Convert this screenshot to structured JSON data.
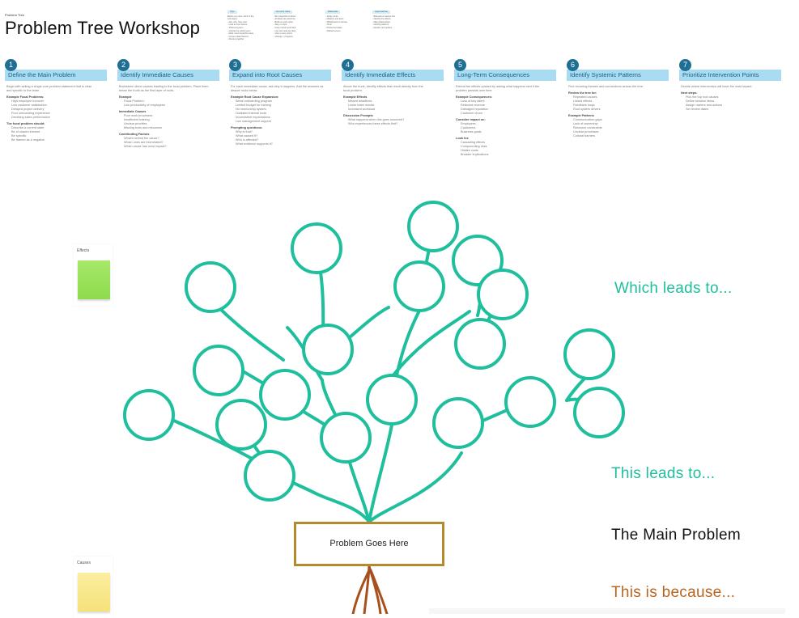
{
  "board_label": "Problem Tree",
  "title": "Problem Tree Workshop",
  "reference_cards": [
    {
      "title": "Tips",
      "lines": [
        "Before you start, think of the",
        "sub-topics:",
        "- Ask: why, how, who",
        "- Look at root causes",
        "- Think long-term",
        "- Include the whole team",
        "- Mark most impactful areas",
        "- Group related factors",
        "- Review together"
      ]
    },
    {
      "title": "Ground rules",
      "lines": [
        "- Be respectful of others",
        "- All ideas are welcome",
        "- Build on each other",
        "- Stay on topic",
        "- Keep it short and clear",
        "- Use one note per idea",
        "- Vote on key points",
        "- Change = progress"
      ]
    },
    {
      "title": "Materials",
      "lines": [
        "- Sticky notes",
        "- Markers and pens",
        "- Whiteboard or canvas",
        "- Timer",
        "- Printed template",
        "- Shared screen"
      ]
    },
    {
      "title": "Approaches",
      "lines": [
        "- Brainstorm causes first",
        "- Identify the effects",
        "- Map relationships",
        "- Identify patterns",
        "- Decide next actions"
      ]
    }
  ],
  "steps": [
    {
      "num": "1",
      "title": "Define the Main Problem",
      "body": [
        "Begin with writing a single core problem statement that is clear",
        "and specific to the team."
      ],
      "sections": [
        {
          "heading": "Example Focal Problems:",
          "items": [
            "High employee turnover",
            "Low customer satisfaction",
            "Delayed project delivery",
            "Poor onboarding experience",
            "Declining sales performance"
          ]
        },
        {
          "heading": "The focal problem should:",
          "items": [
            "Describe a current state",
            "Be of shared interest",
            "Be specific",
            "Be framed as a negative"
          ]
        }
      ]
    },
    {
      "num": "2",
      "title": "Identify Immediate Causes",
      "body": [
        "Brainstorm direct causes leading to the focal problem. Place them",
        "below the trunk as the first layer of roots."
      ],
      "sections": [
        {
          "heading": "Example",
          "items": [
            "Focal Problem:",
            "Low productivity of employees"
          ]
        },
        {
          "heading": "Immediate Causes",
          "items": [
            "Poor work processes",
            "Insufficient training",
            "Unclear priorities",
            "Missing tools and resources"
          ]
        },
        {
          "heading": "Contributing Factors",
          "items": [
            "What's behind the cause?",
            "Which ones are interrelated?",
            "Which cause has most impact?"
          ]
        }
      ]
    },
    {
      "num": "3",
      "title": "Expand into Root Causes",
      "body": [
        "For each immediate cause, ask why it happens. Add the answers as",
        "deeper roots below."
      ],
      "sections": [
        {
          "heading": "Example Root Cause Expansion:",
          "items": [
            "Weak onboarding program",
            "Limited budget for training",
            "No mentorship system",
            "Outdated internal tools",
            "Inconsistent expectations",
            "Low management support"
          ]
        },
        {
          "heading": "Prompting questions:",
          "items": [
            "Why is that?",
            "What caused it?",
            "Who is affected?",
            "What evidence supports it?"
          ]
        }
      ]
    },
    {
      "num": "4",
      "title": "Identify Immediate Effects",
      "body": [
        "Above the trunk, identify effects that result directly from the",
        "focal problem."
      ],
      "sections": [
        {
          "heading": "Example Effects",
          "items": [
            "Missed deadlines",
            "Lower team morale",
            "Increased workload"
          ]
        },
        {
          "heading": "Discussion Prompts",
          "items": [
            "What happens when this goes unsolved?",
            "Who experiences these effects first?"
          ]
        }
      ]
    },
    {
      "num": "5",
      "title": "Long-Term Consequences",
      "body": [
        "Extend the effects upward by asking what happens next if the",
        "problem persists over time."
      ],
      "sections": [
        {
          "heading": "Example Consequences:",
          "items": [
            "Loss of key talent",
            "Reduced revenue",
            "Damaged reputation",
            "Customer churn"
          ]
        },
        {
          "heading": "Consider impact on:",
          "items": [
            "Employees",
            "Customers",
            "Business goals"
          ]
        },
        {
          "heading": "Look for:",
          "items": [
            "Cascading effects",
            "Compounding risks",
            "Hidden costs",
            "Broader implications"
          ]
        }
      ]
    },
    {
      "num": "6",
      "title": "Identify Systemic Patterns",
      "body": [
        "Find recurring themes and connections across the tree."
      ],
      "sections": [
        {
          "heading": "Review the tree for:",
          "items": [
            "Repeated causes",
            "Linked effects",
            "Feedback loops",
            "Root system drivers"
          ]
        },
        {
          "heading": "Example Patterns",
          "items": [
            "Communication gaps",
            "Lack of ownership",
            "Resource constraints",
            "Unclear processes",
            "Cultural barriers"
          ]
        }
      ]
    },
    {
      "num": "7",
      "title": "Prioritize Intervention Points",
      "body": [
        "Decide where intervention will have the most impact."
      ],
      "sections": [
        {
          "heading": "Next steps:",
          "items": [
            "Pick the top root causes",
            "Define solution ideas",
            "Assign owners and actions",
            "Set review dates"
          ]
        }
      ]
    }
  ],
  "stickies": {
    "effects_label": "Effects",
    "causes_label": "Causes"
  },
  "labels": {
    "which_leads_to": "Which leads to...",
    "this_leads_to": "This leads to...",
    "main_problem": "The Main Problem",
    "because": "This is because..."
  },
  "problem_box": "Problem Goes Here",
  "colors": {
    "branch": "#1fbf9e",
    "trunk_box": "#b5892c",
    "roots": "#a8501d",
    "step_bar": "#a9dcf3",
    "step_num": "#1f6e93"
  }
}
